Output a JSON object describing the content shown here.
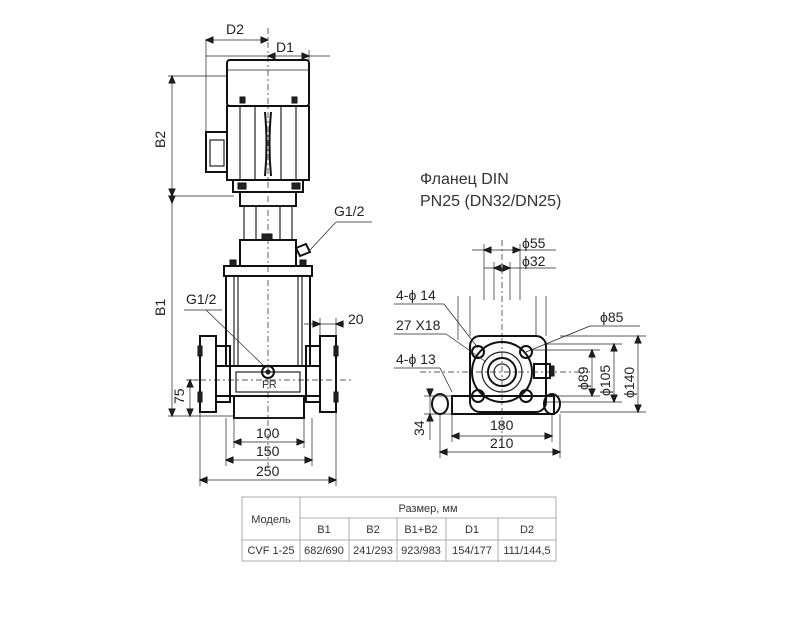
{
  "dims_front": {
    "d2": "D2",
    "d1": "D1",
    "b2": "B2",
    "b1": "B1",
    "g_upper": "G1/2",
    "g_lower": "G1/2",
    "d20": "20",
    "d75": "75",
    "d100": "100",
    "d150": "150",
    "d250": "250"
  },
  "flange": {
    "title_line1": "Фланец DIN",
    "title_line2": "PN25 (DN32/DN25)",
    "d55": "ϕ55",
    "d32": "ϕ32",
    "holes_14": "4-ϕ 14",
    "slot": "27 X18",
    "d85": "ϕ85",
    "holes_13": "4-ϕ 13",
    "d89": "ϕ89",
    "d105": "ϕ105",
    "d140": "ϕ140",
    "d34": "34",
    "d180": "180",
    "d210": "210"
  },
  "table": {
    "model_header": "Модель",
    "size_header": "Размер, мм",
    "columns": [
      "B1",
      "B2",
      "B1+B2",
      "D1",
      "D2"
    ],
    "rows": [
      {
        "model": "CVF 1-25",
        "values": [
          "682/690",
          "241/293",
          "923/983",
          "154/177",
          "111/144,5"
        ]
      }
    ]
  }
}
